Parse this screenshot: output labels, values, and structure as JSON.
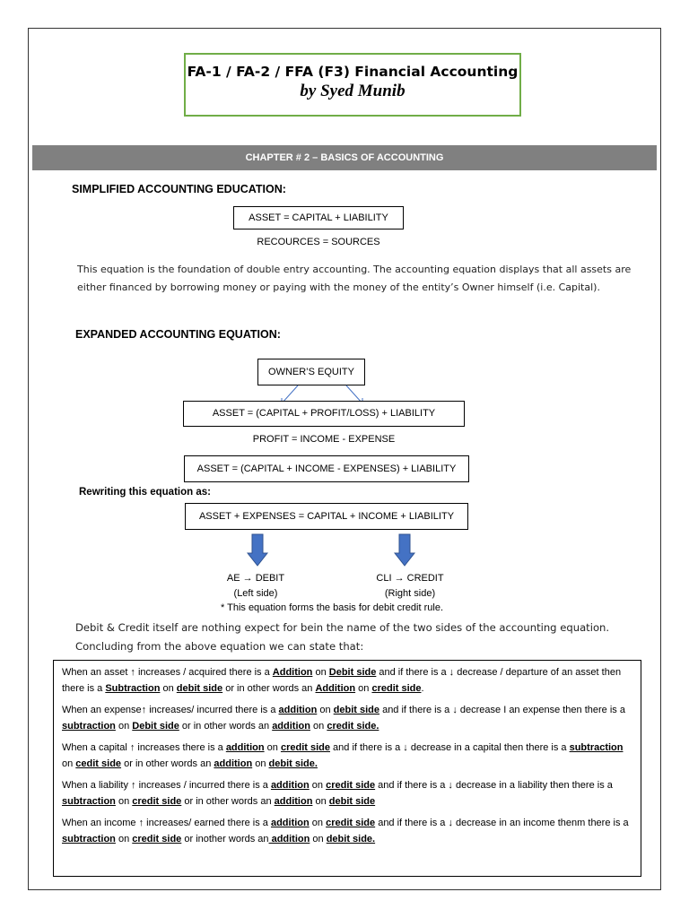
{
  "title": {
    "main": "FA-1 / FA-2 / FFA (F3) Financial Accounting",
    "author": "by Syed Munib"
  },
  "chapter": "CHAPTER # 2 – BASICS OF ACCOUNTING",
  "simplified": {
    "heading": "SIMPLIFIED ACCOUNTING EDUCATION:",
    "equation": "ASSET = CAPITAL + LIABILITY",
    "subequation": "RECOURCES = SOURCES",
    "paragraph": "This equation is the foundation of double entry accounting. The accounting equation displays that all assets are either financed by borrowing money or paying with the money of the entity’s Owner himself (i.e. Capital)."
  },
  "expanded": {
    "heading": "EXPANDED ACCOUNTING EQUATION:",
    "owners_equity": "OWNER’S EQUITY",
    "eq1": "ASSET = (CAPITAL + PROFIT/LOSS) + LIABILITY",
    "profit": "PROFIT = INCOME - EXPENSE",
    "eq2": "ASSET = (CAPITAL + INCOME - EXPENSES) + LIABILITY",
    "rewriting": "Rewriting this equation as:",
    "eq3": "ASSET + EXPENSES = CAPITAL + INCOME + LIABILITY",
    "left_label": "AE → DEBIT",
    "left_side": "(Left side)",
    "right_label": "CLI → CREDIT",
    "right_side": "(Right side)",
    "note": "* This equation forms the basis for debit credit rule.",
    "para1": "Debit & Credit itself are nothing expect for bein the name of the two sides of the accounting equation.",
    "para2": "Concluding from the above equation we can state that:"
  },
  "colors": {
    "title_border": "#70ad47",
    "chapter_bar": "#808080",
    "arrow_fill": "#4472c4",
    "arrow_stroke": "#2f528f"
  },
  "rules": [
    [
      "When an asset ↑ increases / acquired there is a ",
      "u:Addition",
      " on ",
      "u:Debit side",
      "  and if there is a ↓ decrease / departure of an asset then there is a ",
      "u:Subtraction",
      " on ",
      "u:debit side",
      " or in other words an ",
      "u:Addition",
      " on ",
      "u:credit side",
      "."
    ],
    [
      "When an expense↑ increases/ incurred there is a ",
      "u:addition",
      " on  ",
      "u:debit side",
      "  and if there is a ↓ decrease I an expense then there is a ",
      "u:subtraction",
      " on ",
      "u:Debit side",
      " or in other words an ",
      "u:addition",
      " on ",
      "u:credit side."
    ],
    [
      "When a capital ↑ increases there is a ",
      "u:addition",
      " on ",
      "u:credit side",
      " and if there is a ↓ decrease in a capital then there is a ",
      "u:subtraction",
      " on ",
      "u:cedit side",
      " or in other words an ",
      "u:addition",
      " on ",
      "u:debit side."
    ],
    [
      "When a liability ↑ increases / incurred there is a ",
      "u:addition",
      " on ",
      "u:credit side",
      " and if there is a ↓ decrease in a liability then there is a ",
      "u:subtraction",
      " on ",
      "u:credit side",
      " or in other words an ",
      "u:addition",
      " on ",
      "u:debit side"
    ],
    [
      "When an income ↑ increases/ earned there is a ",
      "u:addition",
      " on  ",
      "u:credit side",
      " and if there is a ↓ decrease in an income thenm there is a ",
      "u:subtraction",
      " on ",
      "u:credit side",
      " or inother words an",
      "u: addition",
      " on ",
      "u:debit side."
    ]
  ]
}
